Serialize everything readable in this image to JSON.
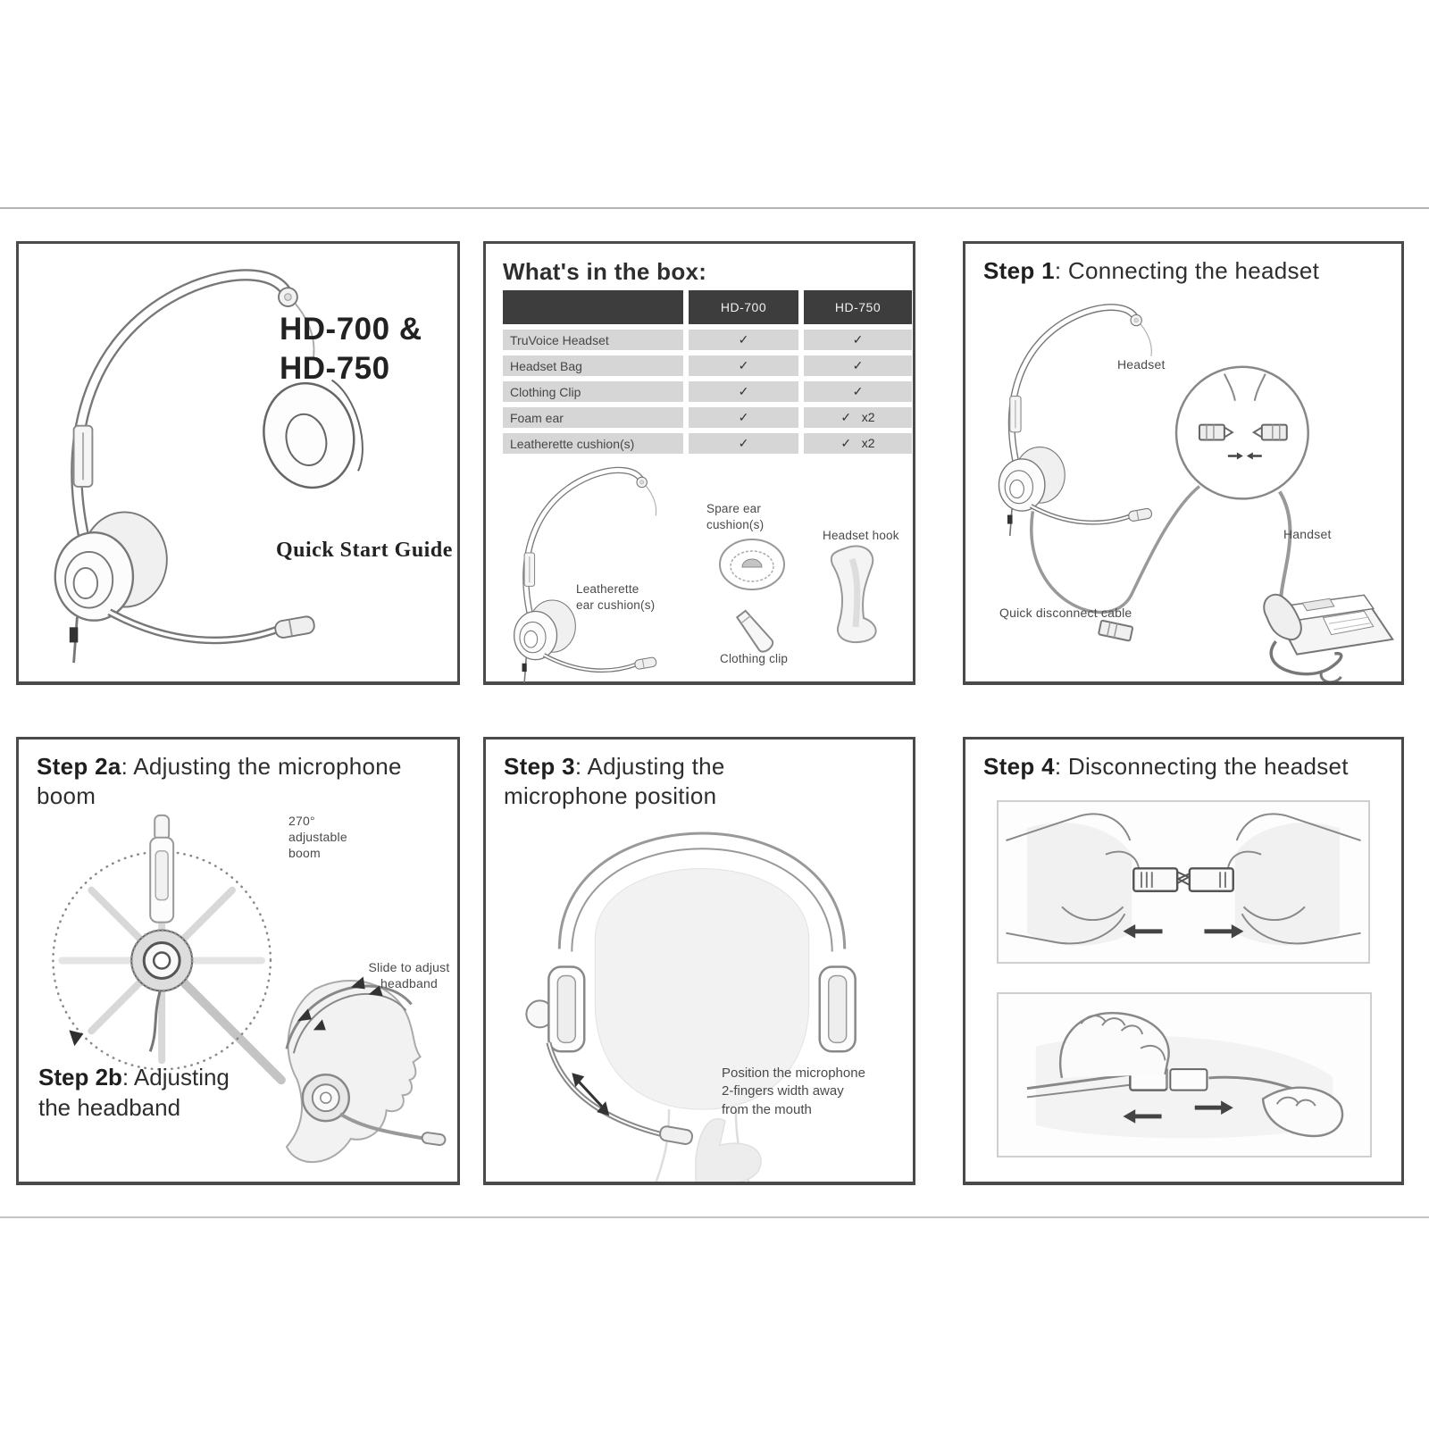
{
  "colors": {
    "panel_border": "#4a4a4a",
    "table_header_bg": "#3d3d3d",
    "table_row_bg": "#d6d6d6",
    "hairline": "#b3b3b3",
    "ink": "#2e2e2e",
    "line_art": "#777777"
  },
  "panel1": {
    "model_line1": "HD-700 &",
    "model_line2": "HD-750",
    "subtitle": "Quick Start Guide"
  },
  "panel2": {
    "title": "What's in the box:",
    "table": {
      "columns": [
        "",
        "HD-700",
        "HD-750"
      ],
      "rows": [
        {
          "label": "TruVoice Headset",
          "hd700": "✓",
          "hd750": "✓"
        },
        {
          "label": "Headset Bag",
          "hd700": "✓",
          "hd750": "✓"
        },
        {
          "label": "Clothing Clip",
          "hd700": "✓",
          "hd750": "✓"
        },
        {
          "label": "Foam ear",
          "hd700": "✓",
          "hd750": "✓   x2"
        },
        {
          "label": "Leatherette cushion(s)",
          "hd700": "✓",
          "hd750": "✓   x2"
        }
      ]
    },
    "labels": {
      "leatherette": "Leatherette\near cushion(s)",
      "spare": "Spare ear\ncushion(s)",
      "headset_hook": "Headset hook",
      "clothing_clip": "Clothing clip"
    }
  },
  "panel3": {
    "step": "Step 1",
    "title": ": Connecting the headset",
    "labels": {
      "headset": "Headset",
      "handset": "Handset",
      "cable": "Quick disconnect cable"
    }
  },
  "panel4": {
    "step2a": "Step 2a",
    "title2a": ": Adjusting the microphone boom",
    "boom_note": "270°\nadjustable\nboom",
    "slide_note": "Slide to adjust\nheadband",
    "step2b": "Step 2b",
    "title2b": ": Adjusting\nthe headband"
  },
  "panel5": {
    "step": "Step 3",
    "title": ": Adjusting the\nmicrophone position",
    "note": "Position the microphone\n2-fingers width away\nfrom the mouth"
  },
  "panel6": {
    "step": "Step 4",
    "title": ": Disconnecting the headset"
  }
}
